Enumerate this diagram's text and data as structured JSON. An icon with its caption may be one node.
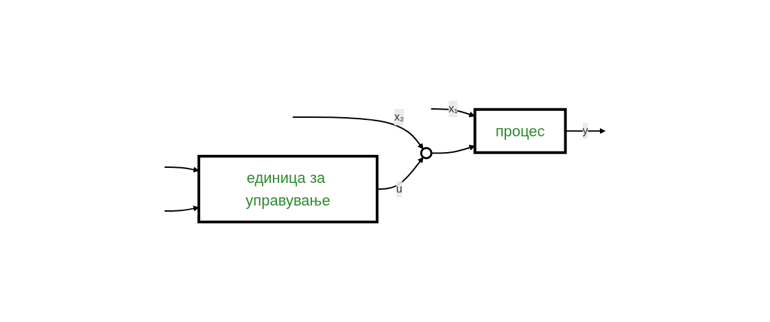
{
  "diagram": {
    "nodes": [
      {
        "text": [
          "процес"
        ]
      },
      {
        "text": [],
        "shape": "circle"
      },
      {
        "text": [
          "единица за управување"
        ]
      }
    ],
    "edges": [
      {
        "from": null,
        "to": 0,
        "label": "x₁",
        "arrow": "to"
      },
      {
        "from": null,
        "to": 2,
        "arrow": "to"
      },
      {
        "from": null,
        "to": 1,
        "label": "x₂",
        "arrow": "to"
      },
      {
        "from": 2,
        "to": 1,
        "label": "u",
        "arrow": "to"
      },
      {
        "from": 1,
        "to": 0,
        "arrow": "to"
      },
      {
        "from": 0,
        "to": null,
        "label": "y",
        "arrow": "to"
      },
      {
        "from": null,
        "to": 2,
        "arrow": "to"
      }
    ]
  }
}
